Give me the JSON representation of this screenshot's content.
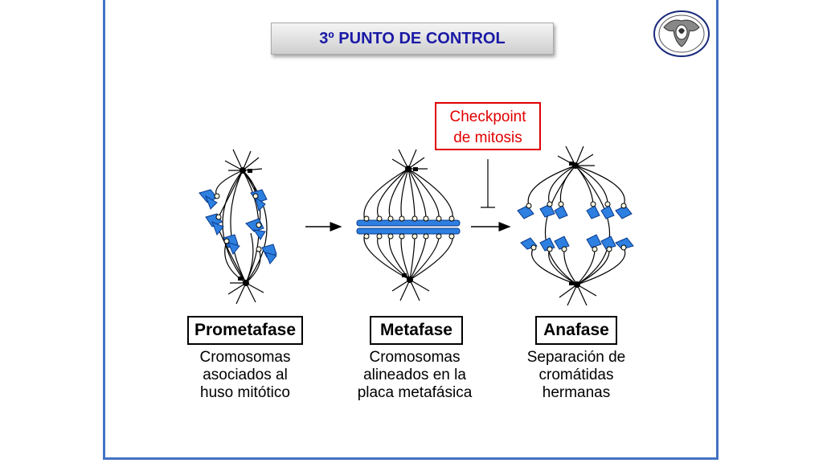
{
  "title": "3º PUNTO DE CONTROL",
  "checkpoint": {
    "line1": "Checkpoint",
    "line2": "de mitosis"
  },
  "phases": [
    {
      "name": "Prometafase",
      "desc": [
        "Cromosomas",
        "asociados al",
        "huso mitótico"
      ]
    },
    {
      "name": "Metafase",
      "desc": [
        "Cromosomas",
        "alineados en la",
        "placa metafásica"
      ]
    },
    {
      "name": "Anafase",
      "desc": [
        "Separación de",
        "cromátidas",
        "hermanas"
      ]
    }
  ],
  "colors": {
    "border": "#4472c4",
    "title_text": "#1a1aa6",
    "checkpoint": "#e00000",
    "chromosome": "#2d7fe0"
  }
}
